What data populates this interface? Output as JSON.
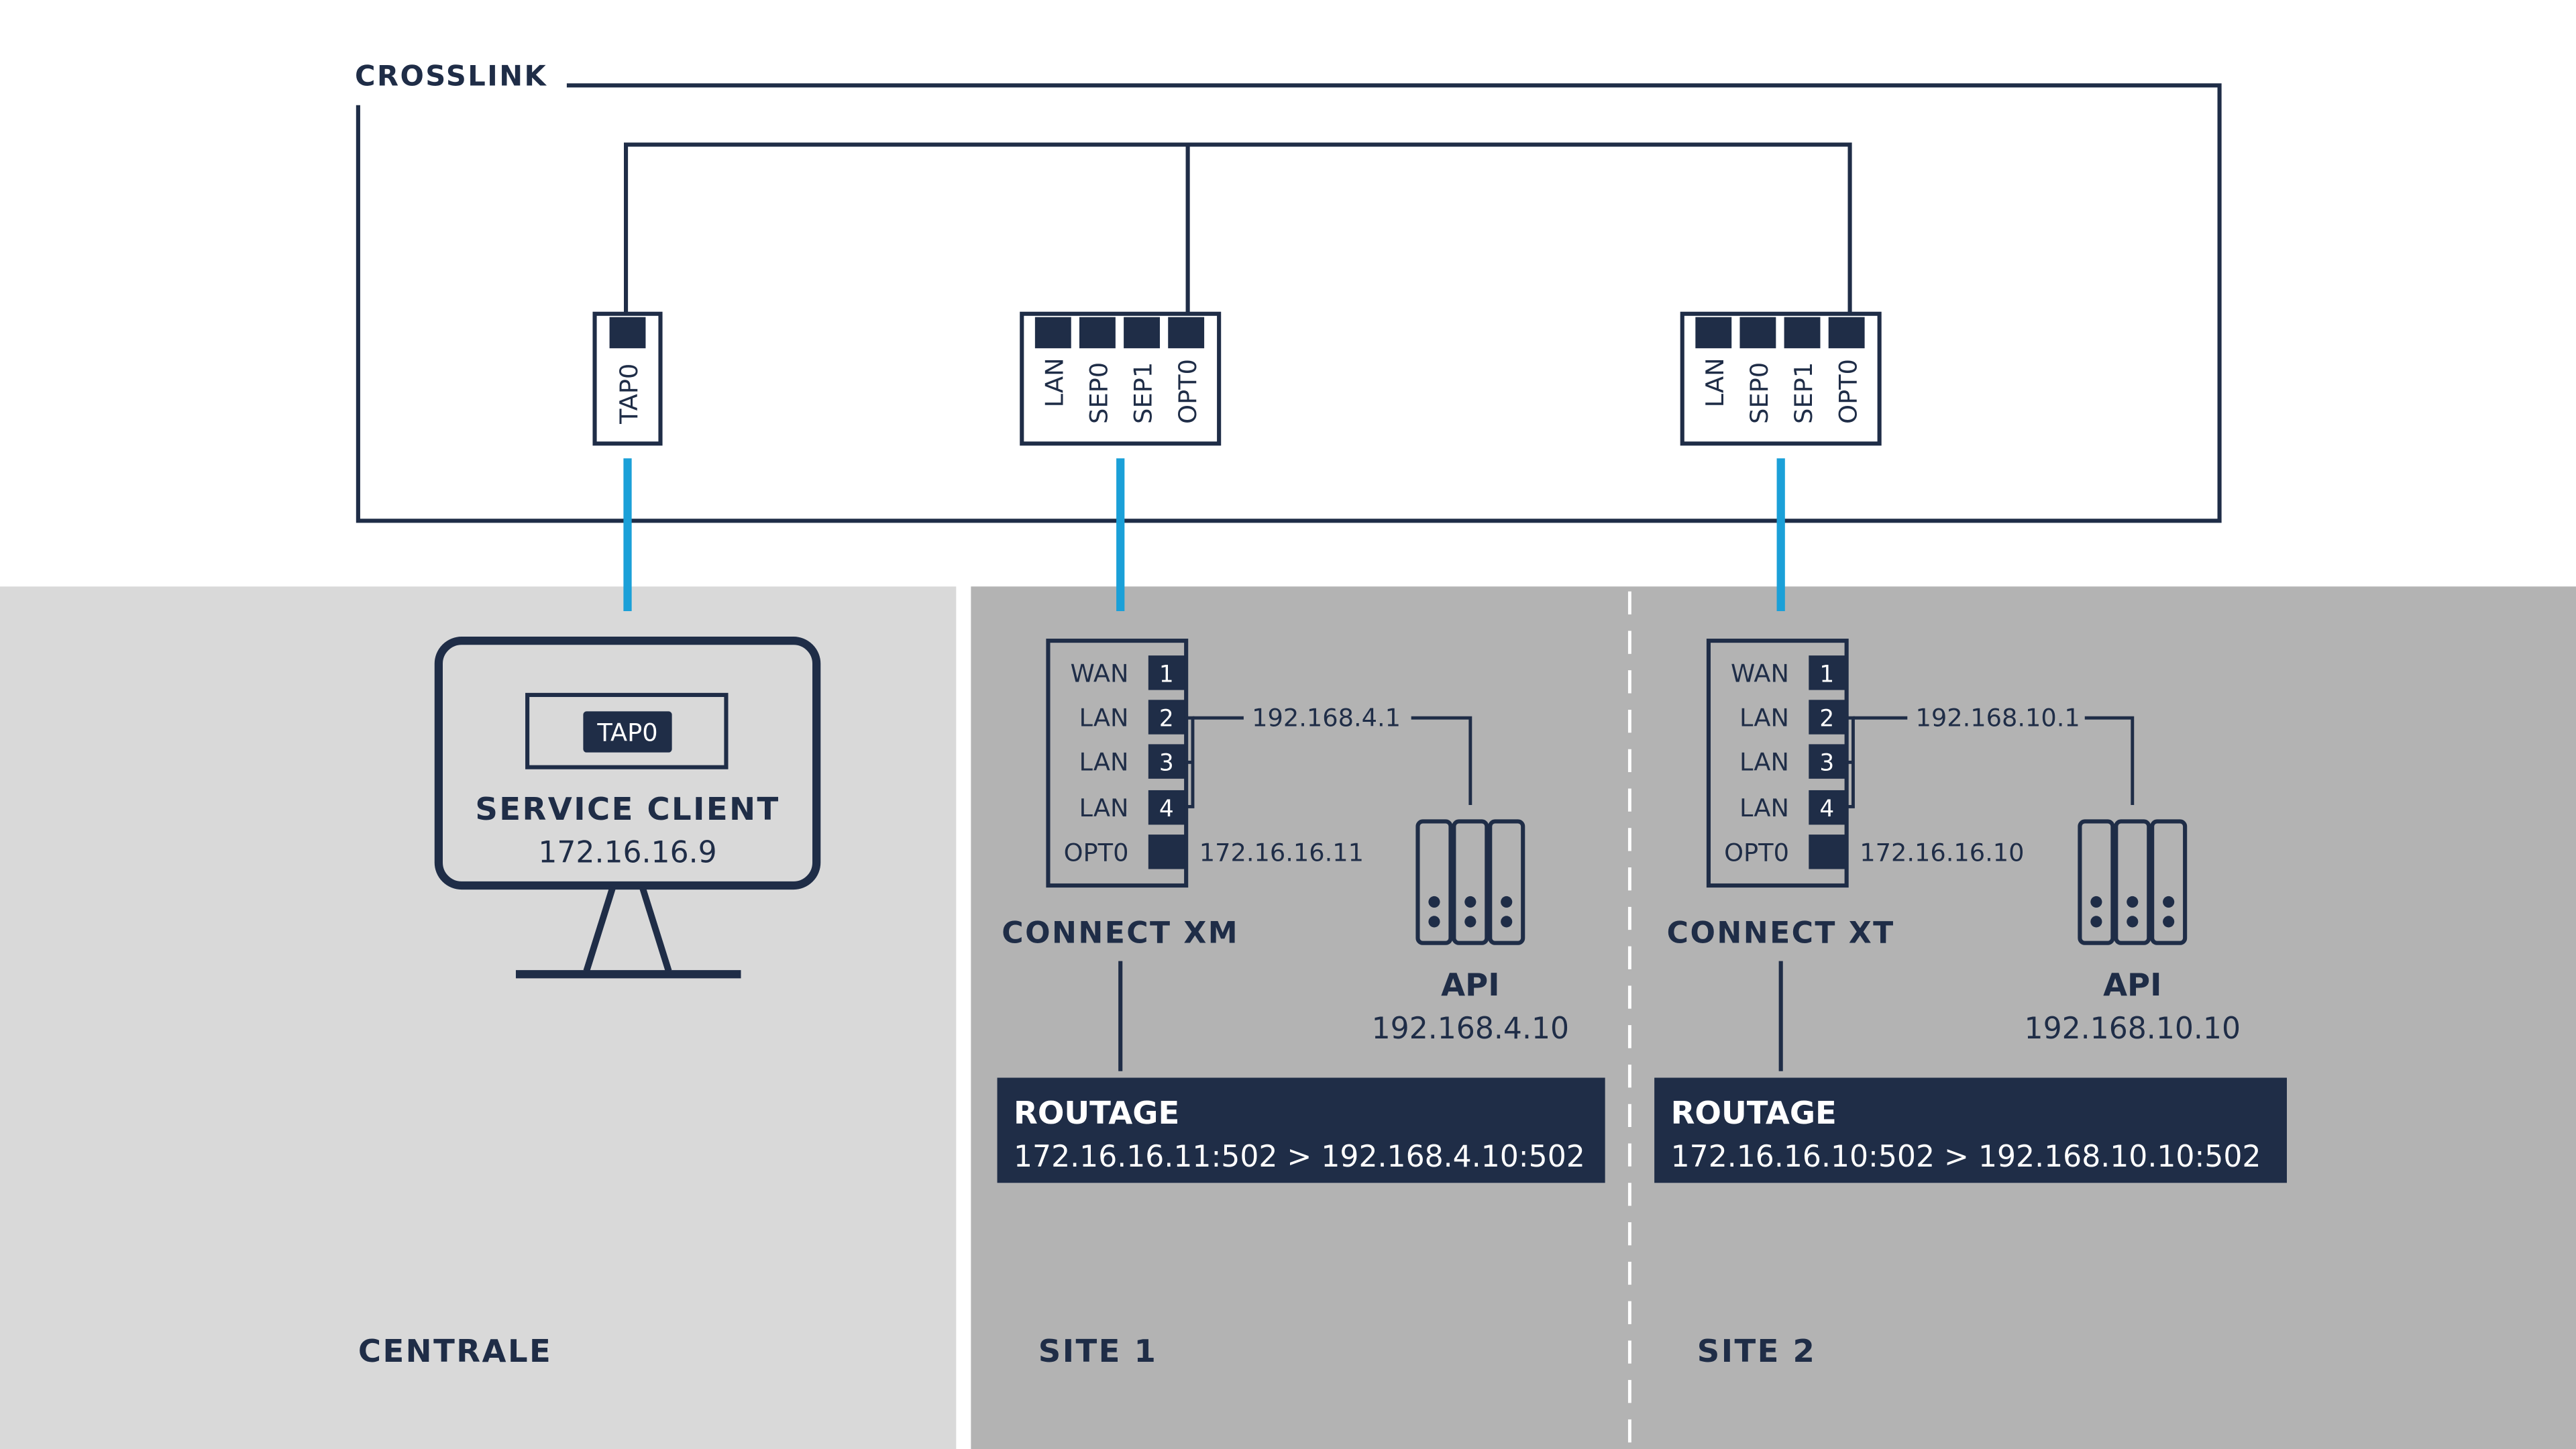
{
  "crosslink_label": "CROSSLINK",
  "zones": {
    "centrale": "CENTRALE",
    "site1": "SITE 1",
    "site2": "SITE 2"
  },
  "switches": {
    "tap": {
      "ports": [
        "TAP0"
      ]
    },
    "sw1": {
      "ports": [
        "LAN",
        "SEP0",
        "SEP1",
        "OPT0"
      ]
    },
    "sw2": {
      "ports": [
        "LAN",
        "SEP0",
        "SEP1",
        "OPT0"
      ]
    }
  },
  "service_client": {
    "badge": "TAP0",
    "name": "SERVICE CLIENT",
    "ip": "172.16.16.9"
  },
  "connect_xm": {
    "name": "CONNECT XM",
    "port_labels": [
      "WAN",
      "LAN",
      "LAN",
      "LAN",
      "OPT0"
    ],
    "port_numbers": [
      "1",
      "2",
      "3",
      "4"
    ],
    "lan_ip": "192.168.4.1",
    "opt_ip": "172.16.16.11"
  },
  "connect_xt": {
    "name": "CONNECT XT",
    "port_labels": [
      "WAN",
      "LAN",
      "LAN",
      "LAN",
      "OPT0"
    ],
    "port_numbers": [
      "1",
      "2",
      "3",
      "4"
    ],
    "lan_ip": "192.168.10.1",
    "opt_ip": "172.16.16.10"
  },
  "api1": {
    "name": "API",
    "ip": "192.168.4.10"
  },
  "api2": {
    "name": "API",
    "ip": "192.168.10.10"
  },
  "routage1": {
    "title": "ROUTAGE",
    "rule": "172.16.16.11:502 > 192.168.4.10:502"
  },
  "routage2": {
    "title": "ROUTAGE",
    "rule": "172.16.16.10:502 > 192.168.10.10:502"
  },
  "colors": {
    "navy": "#1f2d47",
    "link_blue": "#1ba0d8",
    "centrale_bg": "#d9d9d9",
    "site_bg": "#b3b3b3",
    "white": "#ffffff"
  }
}
